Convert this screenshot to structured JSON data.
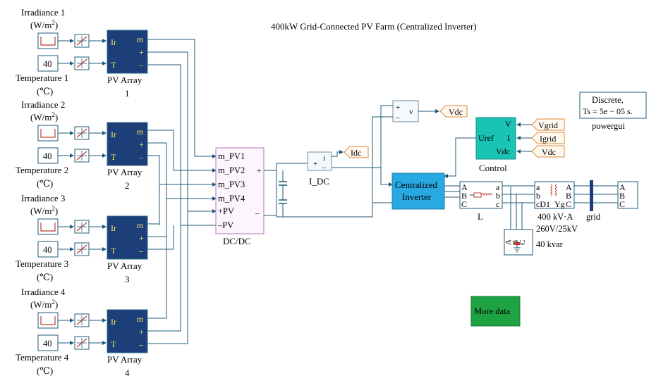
{
  "title": "400kW Grid-Connected PV Farm (Centralized Inverter)",
  "pv_rows": [
    {
      "irr_label": "Irradiance 1",
      "temp_label": "Temperature 1",
      "temp_value": "40",
      "array_label": "PV Array",
      "array_num": "1"
    },
    {
      "irr_label": "Irradiance 2",
      "temp_label": "Temperature 2",
      "temp_value": "40",
      "array_label": "PV Array",
      "array_num": "2"
    },
    {
      "irr_label": "Irradiance 3",
      "temp_label": "Temperature 3",
      "temp_value": "40",
      "array_label": "PV Array",
      "array_num": "3"
    },
    {
      "irr_label": "Irradiance 4",
      "temp_label": "Temperature 4",
      "temp_value": "40",
      "array_label": "PV Array",
      "array_num": "4"
    }
  ],
  "units": {
    "irr": "(W/m",
    "irr_sup": "2",
    "irr_close": ")",
    "temp": "(℃)"
  },
  "pv_ports": {
    "ir": "Ir",
    "t": "T",
    "m": "m",
    "plus": "+",
    "minus": "–"
  },
  "dcdc": {
    "label": "DC/DC",
    "ports": [
      "m_PV1",
      "m_PV2",
      "m_PV3",
      "m_PV4",
      "+PV",
      "–PV"
    ],
    "out_plus": "+",
    "out_minus": "–"
  },
  "i_dc": {
    "label": "I_DC",
    "plus": "+",
    "minus": "–",
    "sym": "i"
  },
  "v_meas": {
    "plus": "+",
    "minus": "–",
    "sym": "v"
  },
  "tags": {
    "vdc": "Vdc",
    "idc": "Idc",
    "vgrid": "Vgrid",
    "igrid": "Igrid",
    "vdc2": "Vdc"
  },
  "control": {
    "label": "Control",
    "uref": "Uref",
    "v": "V",
    "i": "I",
    "vdc": "Vdc"
  },
  "inverter": {
    "line1": "Centralized",
    "line2": "Inverter"
  },
  "filter_L": {
    "label": "L",
    "a": "A",
    "b": "B",
    "c": "C",
    "a2": "a",
    "b2": "b",
    "c2": "c"
  },
  "transformer": {
    "a": "a",
    "b": "b",
    "c": "cD1",
    "A": "A",
    "B": "B",
    "C": "C",
    "yg": "Yg",
    "rating": "400 kV·A",
    "voltage": "260V/25kV"
  },
  "capbank": {
    "a": "A",
    "b": "B",
    "c": "C",
    "label": "40 kvar"
  },
  "grid": {
    "label": "grid",
    "a": "A",
    "b": "B",
    "c": "C"
  },
  "powergui": {
    "line1": "Discrete,",
    "line2": "Ts = 5e − 05 s.",
    "label": "powergui"
  },
  "more_data": "More data",
  "colors": {
    "pv_block": "#1c3f7a",
    "inverter": "#29a9e1",
    "control": "#19c4b4",
    "more_data": "#1ea343",
    "dcdc_border": "#b478b4",
    "tag_border": "#e08a3a"
  }
}
